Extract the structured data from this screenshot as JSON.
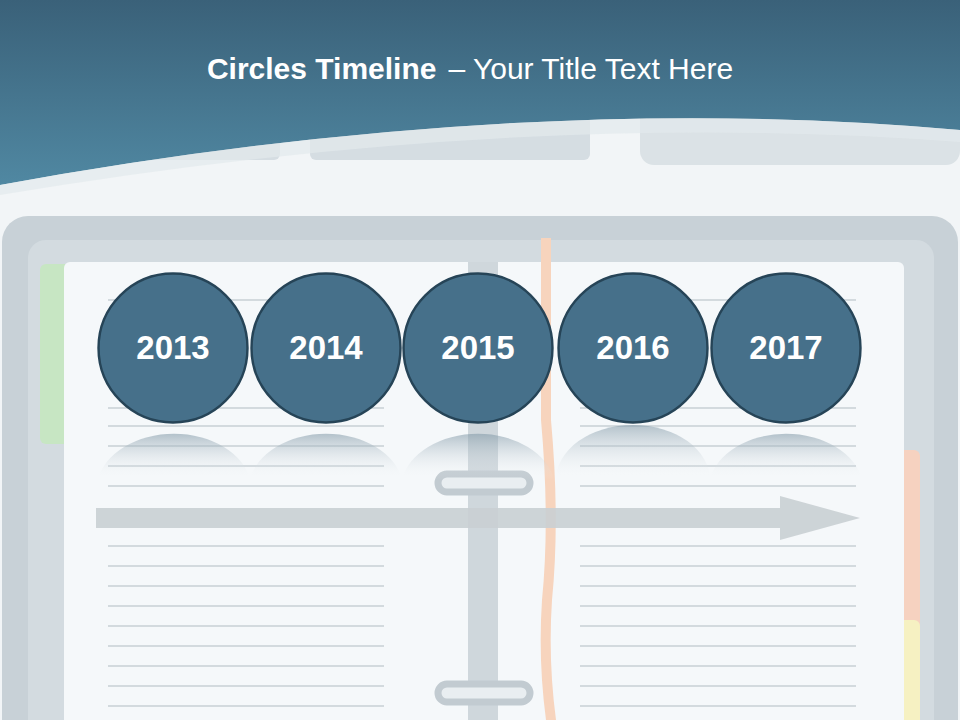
{
  "diagram": {
    "title": "Circles Timeline",
    "nodes": [
      {
        "text": [
          "2013"
        ]
      },
      {
        "text": [
          "2014"
        ]
      },
      {
        "text": [
          "2015"
        ]
      },
      {
        "text": [
          "2016"
        ]
      },
      {
        "text": [
          "2017"
        ]
      }
    ],
    "labels": [
      "– Your Title Text Here"
    ]
  }
}
